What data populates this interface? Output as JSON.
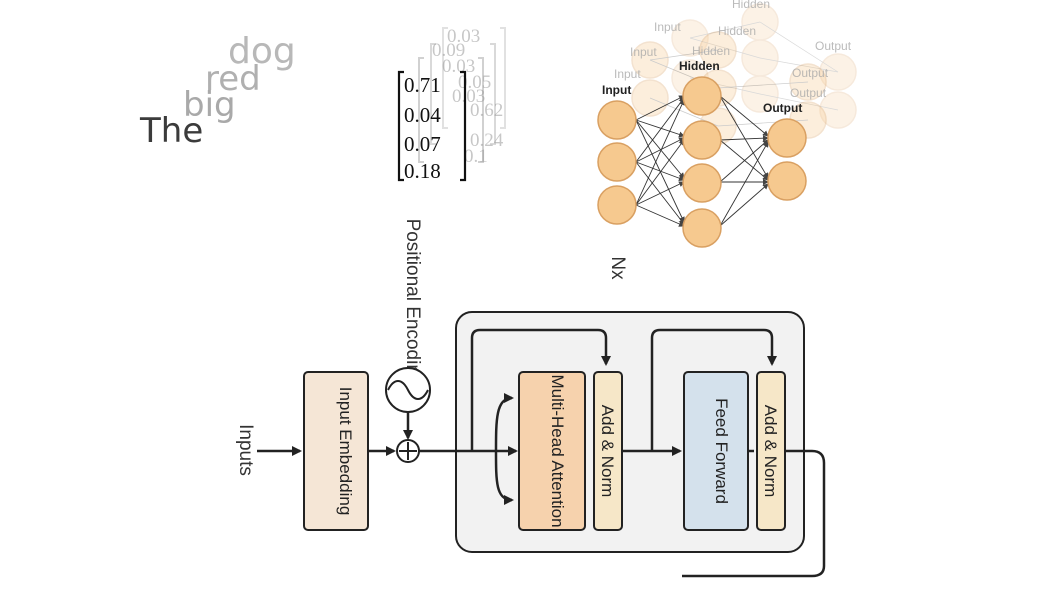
{
  "words": [
    "The",
    "big",
    "red",
    "dog"
  ],
  "embedding": {
    "front": [
      "0.71",
      "0.04",
      "0.07",
      "0.18"
    ],
    "ghost_fragments": [
      "0.03",
      "0.09",
      "0.03",
      "0.05",
      "0.03",
      "0.62",
      "0.24",
      "0.1"
    ]
  },
  "network": {
    "front": {
      "input": "Input",
      "hidden": "Hidden",
      "output": "Output"
    },
    "ghost_labels": [
      "Input",
      "Input",
      "Input",
      "Hidden",
      "Hidden",
      "Hidden",
      "Output",
      "Output",
      "Output"
    ]
  },
  "transformer": {
    "inputs_label": "Inputs",
    "input_embedding": "Input Embedding",
    "positional_encoding": "Positional Encoding",
    "nx_label": "Nx",
    "multi_head_attention": "Multi-Head Attention",
    "add_norm_1": "Add & Norm",
    "feed_forward": "Feed Forward",
    "add_norm_2": "Add & Norm"
  },
  "colors": {
    "embedding_fill": "#f5e6d6",
    "attention_fill": "#f6d2ad",
    "add_norm_fill": "#f6e7c8",
    "feed_forward_fill": "#d4e1ec",
    "block_fill": "#f2f2f2",
    "node_fill": "#f6c98f",
    "node_stroke": "#d9a062",
    "ink": "#222222"
  }
}
